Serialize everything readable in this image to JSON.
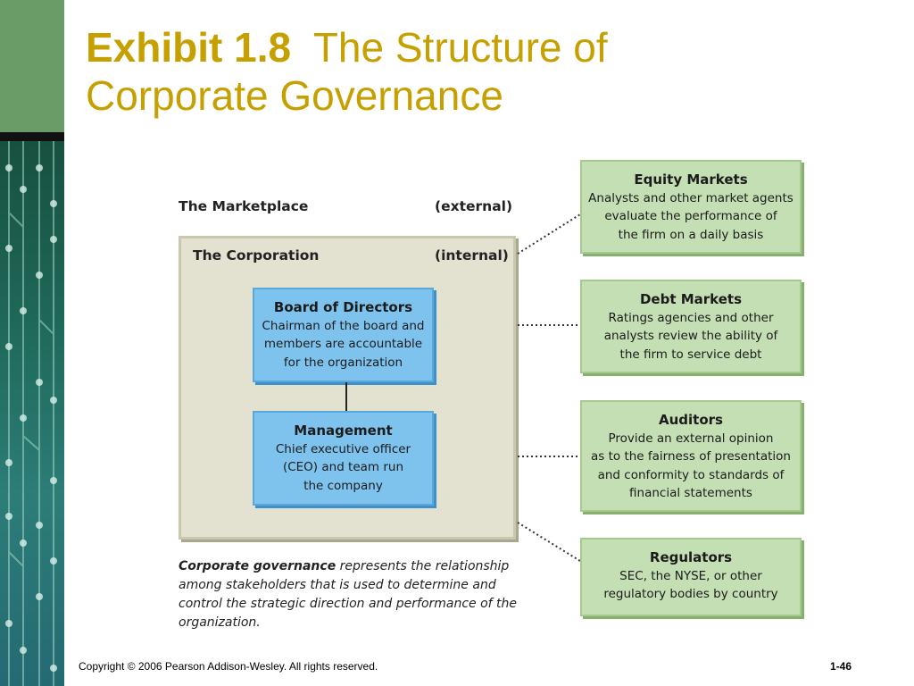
{
  "title": {
    "bold": "Exhibit 1.8",
    "rest": "The Structure of Corporate Governance"
  },
  "marketplace": {
    "label": "The Marketplace",
    "tag": "(external)"
  },
  "corporation": {
    "label": "The Corporation",
    "tag": "(internal)"
  },
  "board": {
    "title": "Board of Directors",
    "line1": "Chairman of the board and",
    "line2": "members are accountable",
    "line3": "for the organization"
  },
  "management": {
    "title": "Management",
    "line1": "Chief executive officer",
    "line2": "(CEO) and team run",
    "line3": "the company"
  },
  "external": [
    {
      "title": "Equity Markets",
      "lines": [
        "Analysts and other market agents",
        "evaluate the performance of",
        "the firm on a daily basis"
      ]
    },
    {
      "title": "Debt Markets",
      "lines": [
        "Ratings agencies and other",
        "analysts review the ability of",
        "the firm to service debt"
      ]
    },
    {
      "title": "Auditors",
      "lines": [
        "Provide an external opinion",
        "as to the fairness of presentation",
        "and conformity to standards of",
        "financial statements"
      ]
    },
    {
      "title": "Regulators",
      "lines": [
        "SEC, the NYSE, or other",
        "regulatory bodies by country"
      ]
    }
  ],
  "caption": {
    "bold": "Corporate governance",
    "rest": "represents the relationship among stakeholders that is used to determine and control the strategic direction and performance of the organization."
  },
  "footer": {
    "copyright": "Copyright © 2006 Pearson Addison-Wesley. All rights reserved.",
    "page": "1-46"
  },
  "colors": {
    "title": "#c6a000",
    "green_box": "#c4dfb3",
    "blue_box": "#7ec3ee",
    "corp_box": "#e3e1d0",
    "left_green": "#6a9c67"
  }
}
